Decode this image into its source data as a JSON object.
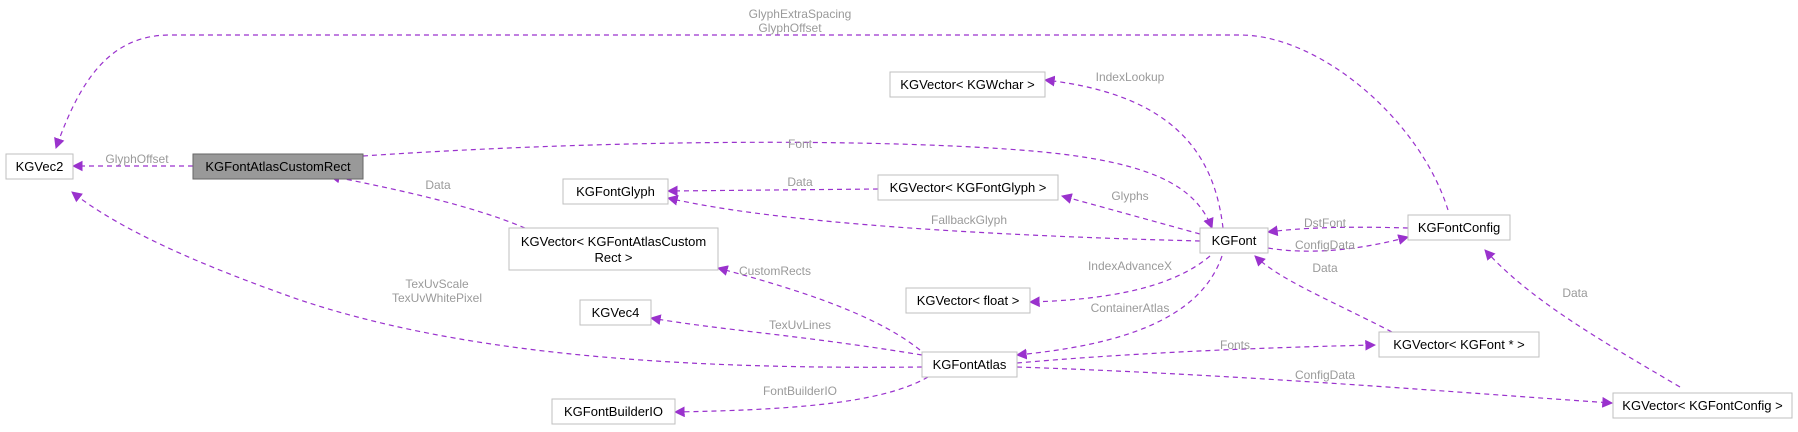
{
  "diagram": {
    "nodes": {
      "kgvec2": "KGVec2",
      "custom_rect": "KGFontAtlasCustomRect",
      "font_glyph": "KGFontGlyph",
      "vector_custom_rect_line1": "KGVector< KGFontAtlasCustom",
      "vector_custom_rect_line2": "Rect >",
      "kgvec4": "KGVec4",
      "font_builder_io": "KGFontBuilderIO",
      "vector_wchar": "KGVector< KGWchar >",
      "vector_font_glyph": "KGVector< KGFontGlyph >",
      "vector_float": "KGVector< float >",
      "font_atlas": "KGFontAtlas",
      "font": "KGFont",
      "font_config": "KGFontConfig",
      "vector_font_ptr": "KGVector< KGFont * >",
      "vector_font_config": "KGVector< KGFontConfig >"
    },
    "edge_labels": {
      "glyph_extra_spacing": "GlyphExtraSpacing",
      "glyph_offset_top": "GlyphOffset",
      "glyph_offset": "GlyphOffset",
      "font": "Font",
      "index_lookup": "IndexLookup",
      "data_custom": "Data",
      "data_glyph": "Data",
      "glyphs": "Glyphs",
      "fallback_glyph": "FallbackGlyph",
      "dst_font": "DstFont",
      "config_data_font": "ConfigData",
      "data_font": "Data",
      "data_config": "Data",
      "custom_rects": "CustomRects",
      "index_advance_x": "IndexAdvanceX",
      "tex_uv_scale": "TexUvScale",
      "tex_uv_white_pixel": "TexUvWhitePixel",
      "container_atlas": "ContainerAtlas",
      "tex_uv_lines": "TexUvLines",
      "fonts": "Fonts",
      "config_data_atlas": "ConfigData",
      "font_builder_io": "FontBuilderIO"
    },
    "colors": {
      "edge": "#9a32cd",
      "node_border": "#bfbfbf",
      "focus_fill": "#999999",
      "label": "#9a9a9a"
    }
  }
}
